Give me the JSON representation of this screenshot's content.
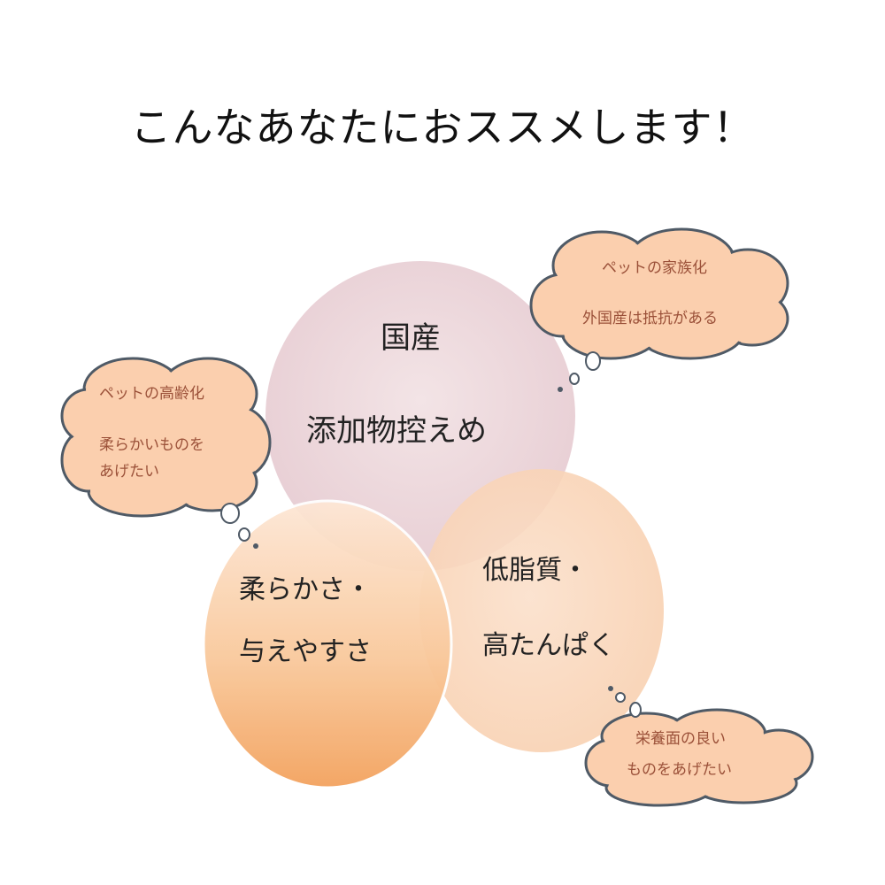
{
  "title": "こんなあなたにおススメします！",
  "circles": {
    "top": {
      "line1": "国産",
      "line2": "添加物控えめ",
      "color": "#ead3d8"
    },
    "left": {
      "line1": "柔らかさ・",
      "line2": "与えやすさ",
      "color": "#f5a96a"
    },
    "right": {
      "line1": "低脂質・",
      "line2": "高たんぱく",
      "color": "#f9d3b5"
    }
  },
  "clouds": {
    "top_right": {
      "line1": "ペットの家族化",
      "line2": "外国産は抵抗がある"
    },
    "left": {
      "line1": "ペットの高齢化",
      "line2": "柔らかいものを",
      "line3": "あげたい"
    },
    "bottom_right": {
      "line1": "栄養面の良い",
      "line2": "ものをあげたい"
    }
  },
  "colors": {
    "cloud_fill": "#fbcfae",
    "cloud_stroke": "#4f5a66",
    "cloud_text": "#9b5139"
  }
}
